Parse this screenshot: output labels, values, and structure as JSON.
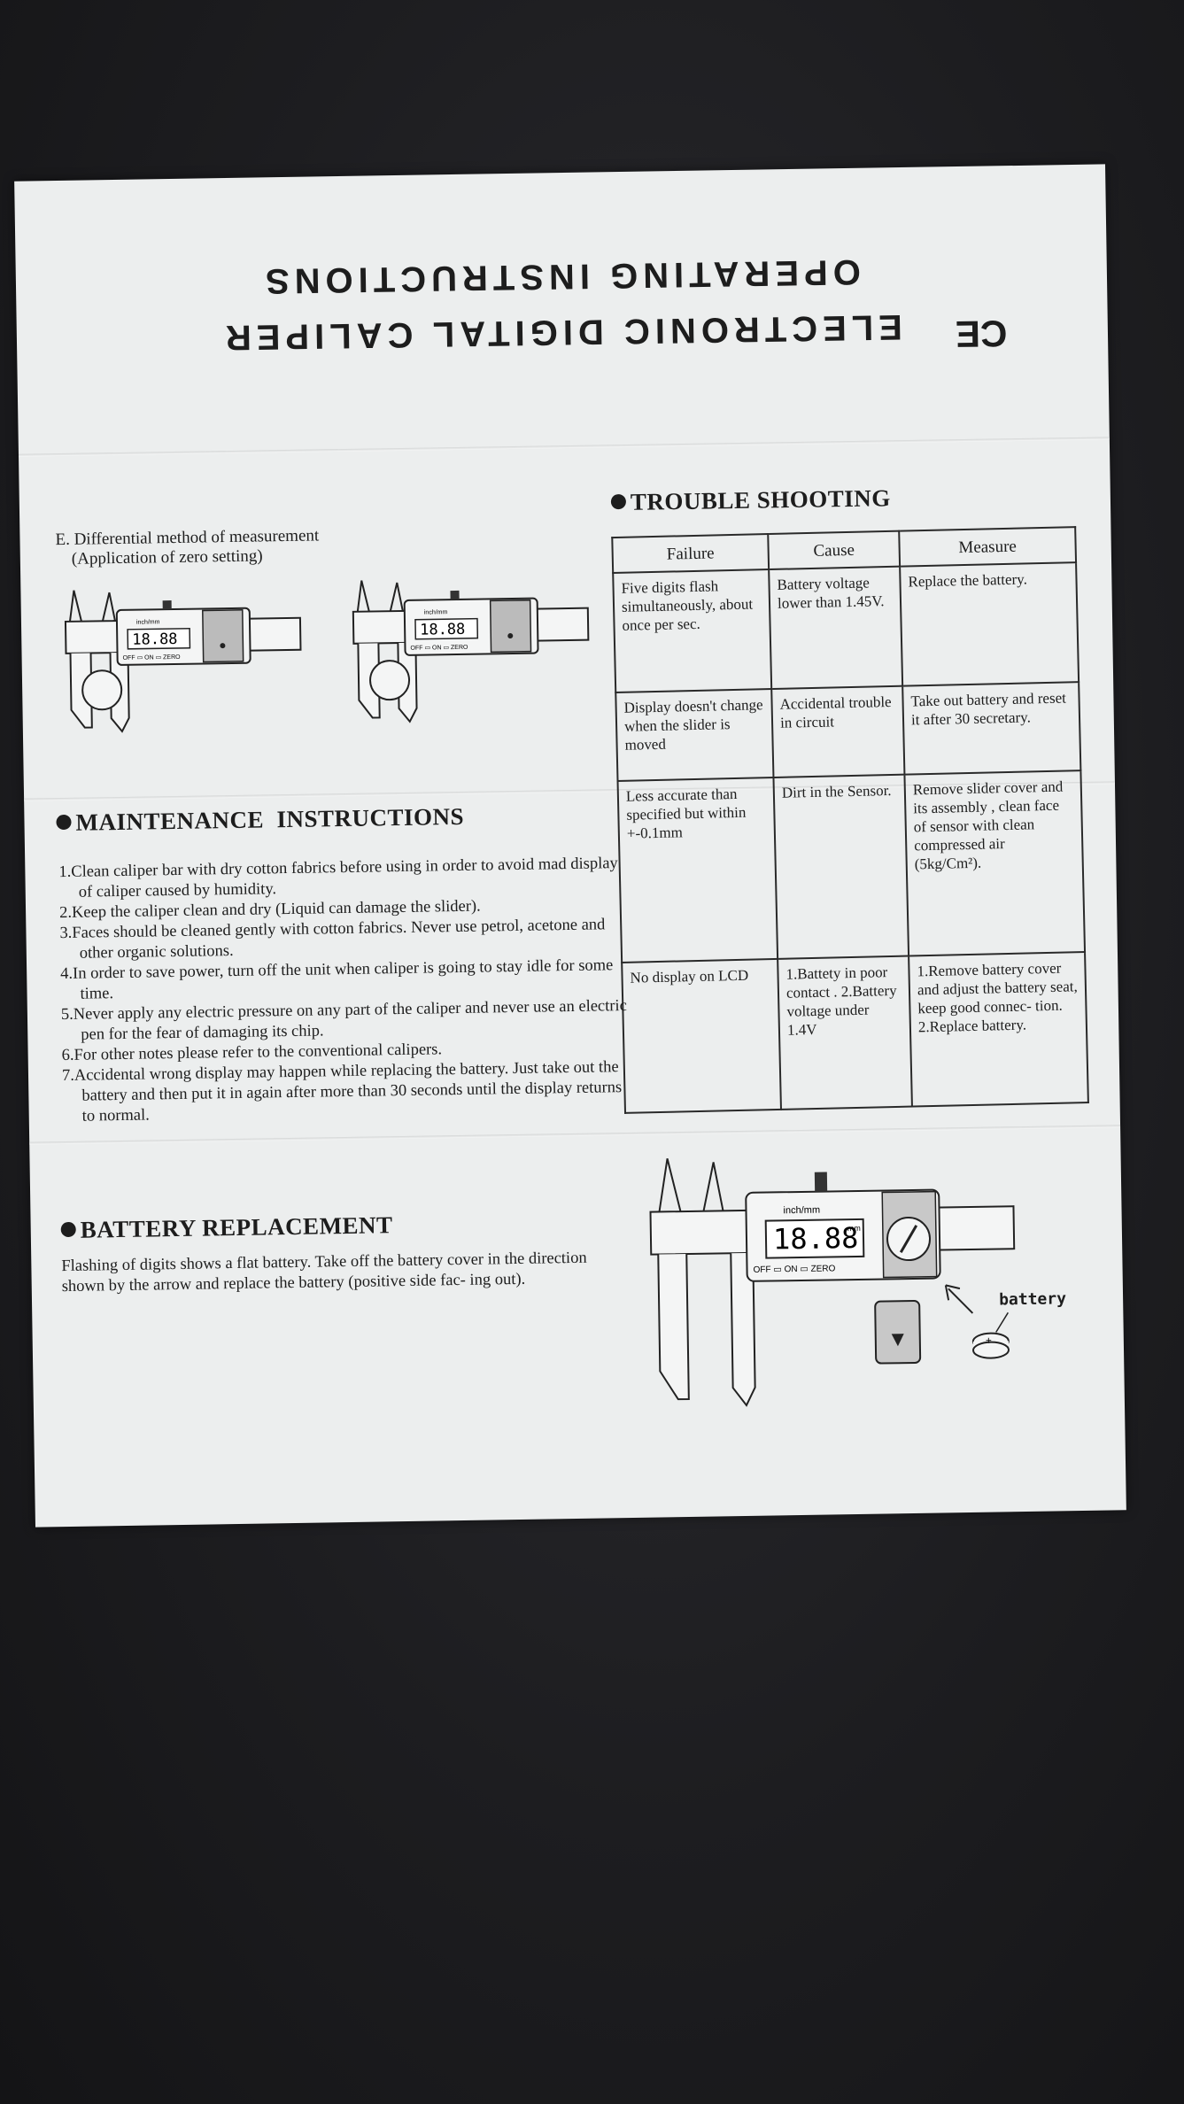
{
  "header": {
    "ce_mark": "CE",
    "title_line1": "ELECTRONIC DIGITAL CALIPER",
    "title_line2": "OPERATING INSTRUCTIONS"
  },
  "differential": {
    "title": "E. Differential method of measurement",
    "subtitle": "(Application of zero setting)"
  },
  "caliper_display": {
    "unit_label": "inch/mm",
    "reading": "18.88",
    "unit": "mm",
    "off_label": "OFF",
    "on_label": "ON",
    "zero_label": "ZERO"
  },
  "troubleshooting": {
    "heading": "TROUBLE SHOOTING",
    "columns": [
      "Failure",
      "Cause",
      "Measure"
    ],
    "rows": [
      {
        "failure": "Five digits flash simultaneously, about once per sec.",
        "cause": "Battery voltage lower than 1.45V.",
        "measure": "Replace the battery."
      },
      {
        "failure": "Display doesn't change when the slider is moved",
        "cause": "Accidental trouble in circuit",
        "measure": "Take out battery and reset it after 30 secretary."
      },
      {
        "failure": "Less accurate than specified but within +-0.1mm",
        "cause": "Dirt in the Sensor.",
        "measure": "Remove slider cover and its assembly , clean face of sensor with clean compressed air (5kg/Cm²)."
      },
      {
        "failure": "No display on LCD",
        "cause": "1.Battety in poor contact . 2.Battery voltage under 1.4V",
        "measure": "1.Remove battery cover and adjust the battery seat, keep good connec- tion. 2.Replace battery."
      }
    ]
  },
  "maintenance": {
    "heading": "MAINTENANCE  INSTRUCTIONS",
    "items": [
      "1.Clean caliper bar with dry cotton fabrics before using in order to avoid mad display of caliper caused by humidity.",
      "2.Keep the caliper clean and dry (Liquid can damage the slider).",
      "3.Faces should be cleaned gently with cotton fabrics. Never use petrol, acetone and other organic solutions.",
      "4.In order to save power, turn off the unit when caliper is going to stay idle for some time.",
      "5.Never apply any electric pressure on any part of the caliper and never use an electric pen for the fear of damaging its chip.",
      "6.For other notes please refer to the conventional calipers.",
      "7.Accidental wrong display may happen while replacing the battery. Just take out the battery and then put it in again after more than 30 seconds until the display returns to normal."
    ]
  },
  "battery": {
    "heading": "BATTERY REPLACEMENT",
    "description": "Flashing of digits shows a flat battery. Take off the battery cover in the direction shown by the arrow and replace the battery (positive side fac- ing out).",
    "label": "battery",
    "plus": "+"
  }
}
